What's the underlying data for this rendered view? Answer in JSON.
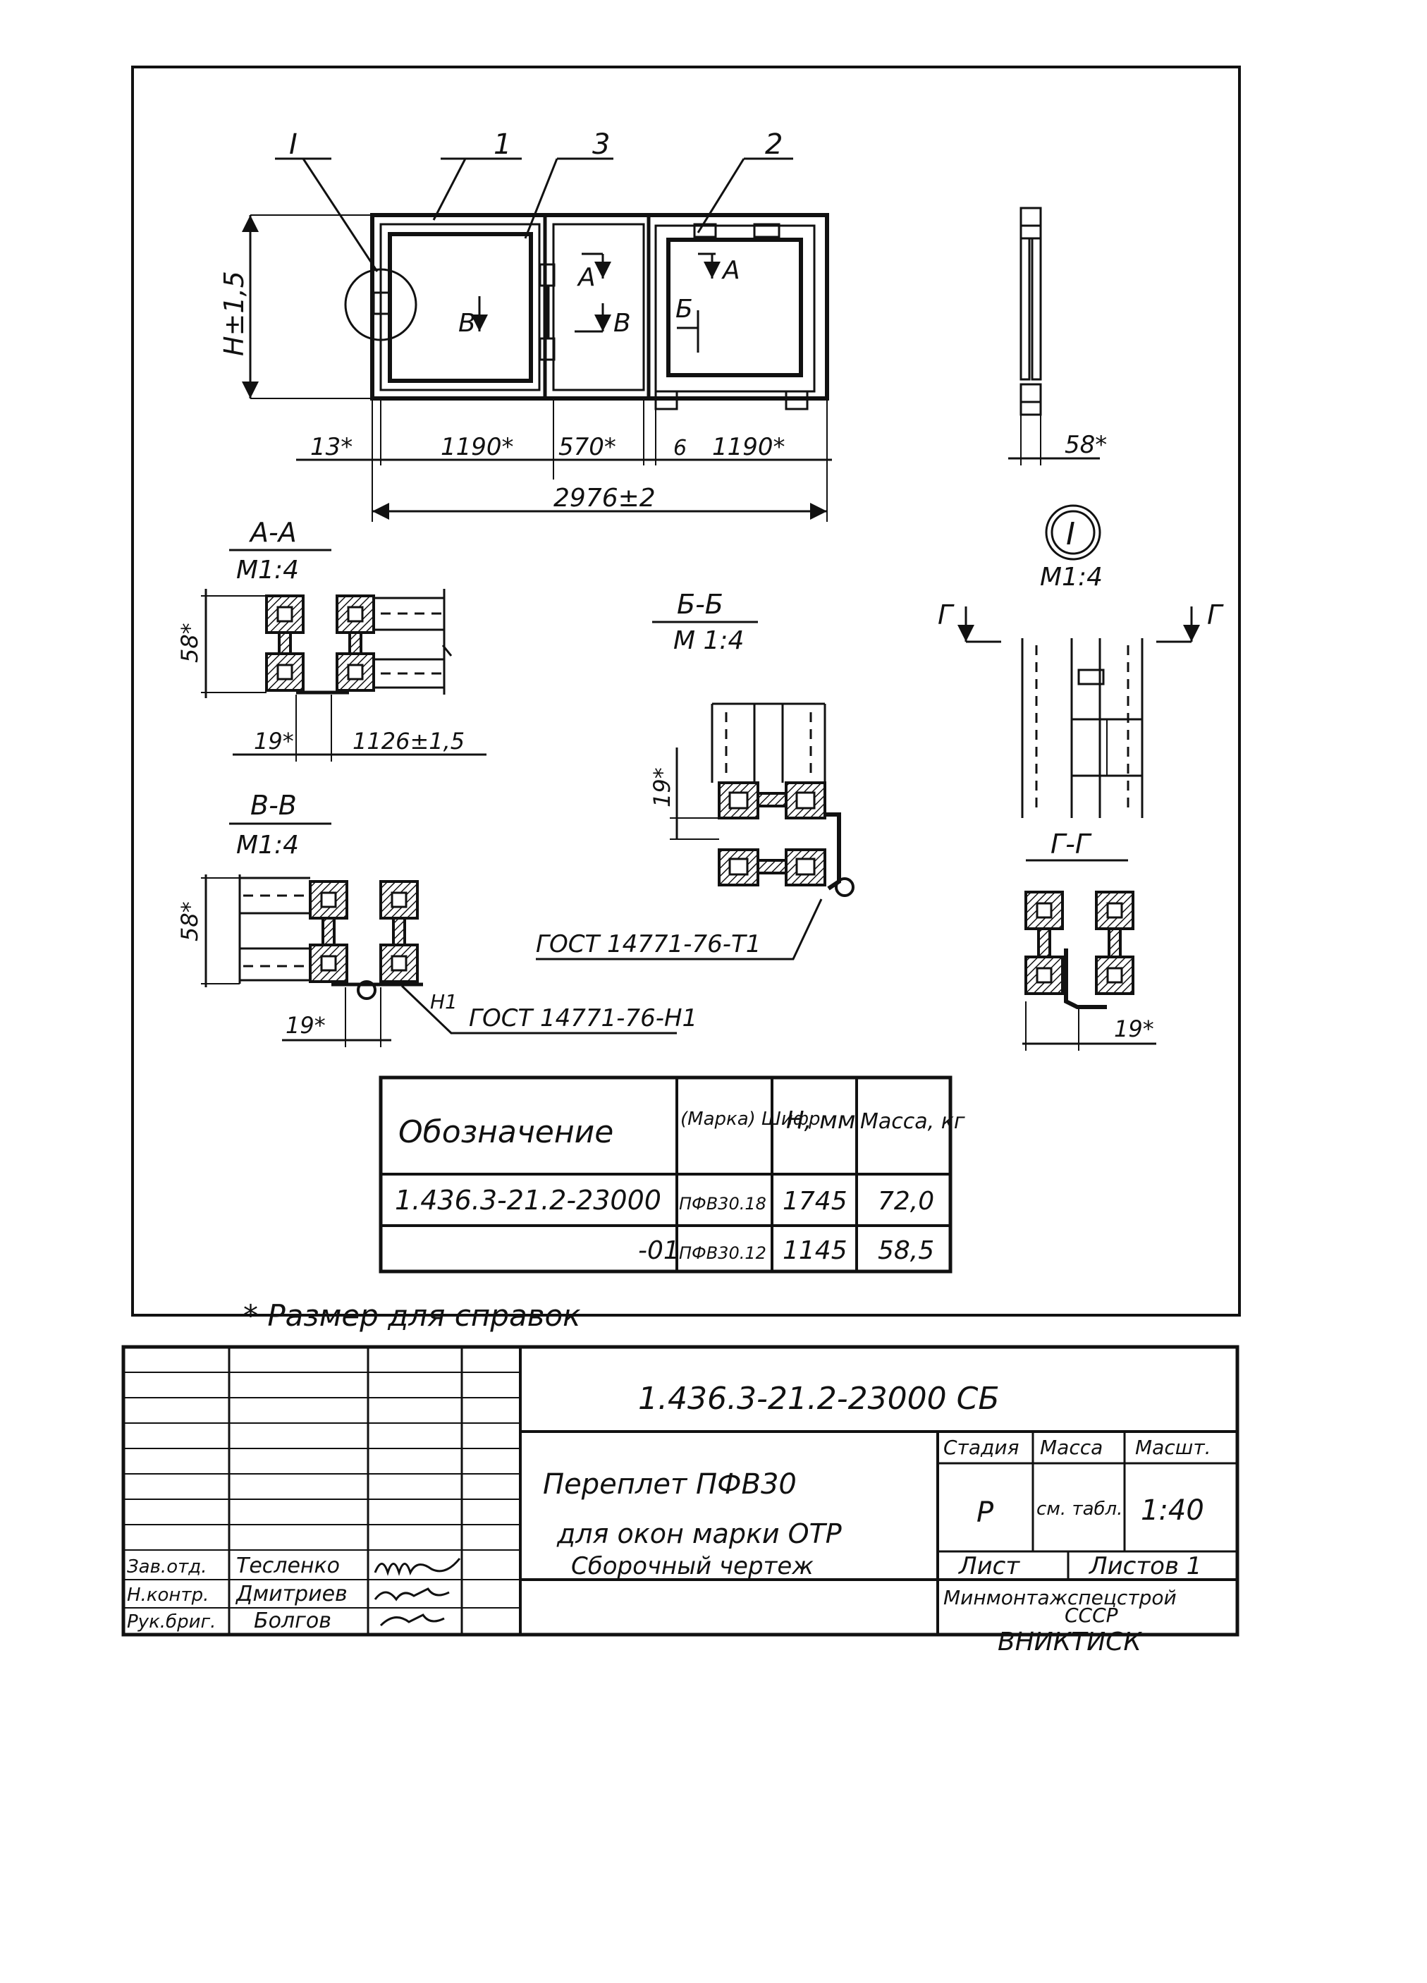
{
  "main_view": {
    "callouts": [
      "I",
      "1",
      "3",
      "2"
    ],
    "section_marks_a": [
      "А",
      "А"
    ],
    "section_marks_b": [
      "Б"
    ],
    "section_marks_v": [
      "В",
      "В"
    ],
    "height_dim": "Н±1,5",
    "dims": [
      "13*",
      "1190*",
      "570*",
      "6",
      "1190*"
    ],
    "total_dim": "2976±2",
    "side_dim": "58*"
  },
  "detail_I": {
    "label": "I",
    "scale": "М1:4"
  },
  "section_AA": {
    "title": "А-А",
    "scale": "М1:4",
    "dim_v": "58*",
    "dim_h1": "19*",
    "dim_h2": "1126±1,5"
  },
  "section_BB": {
    "title": "Б-Б",
    "scale": "М 1:4",
    "dim_v": "19*",
    "gost": "ГОСТ 14771-76-Т1"
  },
  "section_VV": {
    "title": "В-В",
    "scale": "М1:4",
    "dim_v": "58*",
    "dim_h": "19*",
    "weld": "Н1",
    "gost": "ГОСТ 14771-76-Н1"
  },
  "section_GG": {
    "title": "Г-Г",
    "marks": [
      "Г",
      "Г"
    ],
    "dim_h": "19*"
  },
  "spec_table": {
    "headers": [
      "Обозначение",
      "(Марка) Шифр",
      "Н, мм",
      "Масса, кг"
    ],
    "rows": [
      [
        "1.436.3-21.2-23000",
        "ПФВ30.18",
        "1745",
        "72,0"
      ],
      [
        "-01",
        "ПФВ30.12",
        "1145",
        "58,5"
      ]
    ]
  },
  "note": "* Размер для справок",
  "title_block": {
    "doc_code": "1.436.3-21.2-23000 СБ",
    "title_lines": [
      "Переплет ПФВ30",
      "для окон марки ОТР",
      "Сборочный чертеж"
    ],
    "stage_header": "Стадия",
    "mass_header": "Масса",
    "scale_header": "Масшт.",
    "stage": "Р",
    "mass": "см. табл.",
    "scale": "1:40",
    "sheet_label": "Лист",
    "sheets_label": "Листов 1",
    "org_lines": [
      "Минмонтажспецстрой",
      "СССР",
      "ВНИКТИСК"
    ],
    "signatures": [
      {
        "role": "Зав.отд.",
        "name": "Тесленко"
      },
      {
        "role": "Н.контр.",
        "name": "Дмитриев"
      },
      {
        "role": "Рук.бриг.",
        "name": "Болгов"
      }
    ]
  }
}
